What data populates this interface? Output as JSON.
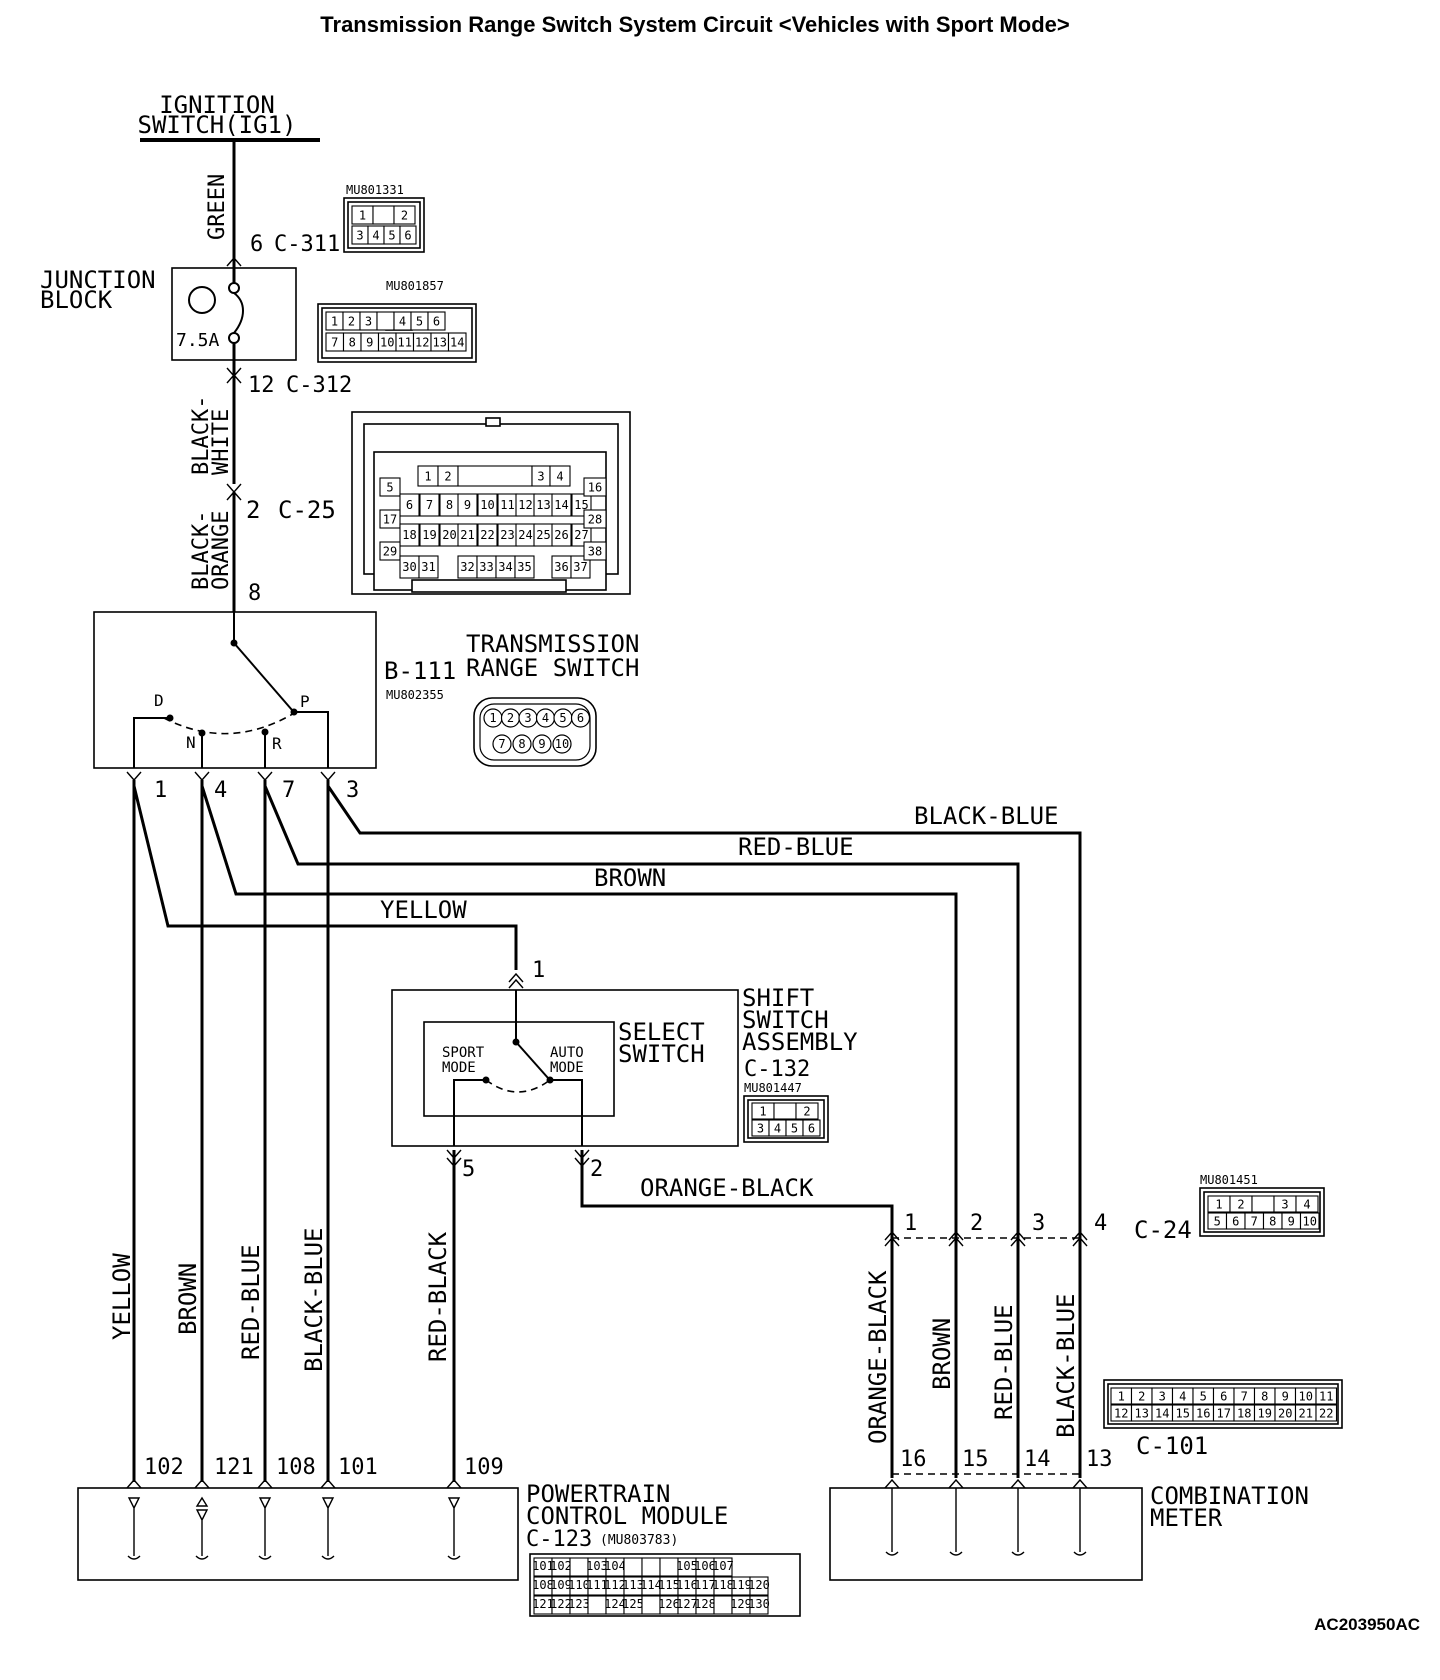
{
  "title": "Transmission Range Switch System Circuit <Vehicles with Sport Mode>",
  "figure_id": "AC203950AC",
  "ignition": {
    "line1": "IGNITION",
    "line2": "SWITCH(IG1)"
  },
  "junction_block": {
    "line1": "JUNCTION",
    "line2": "BLOCK",
    "fuse": "7.5A"
  },
  "trs": {
    "line1": "TRANSMISSION",
    "line2": "RANGE SWITCH",
    "connector": "B-111",
    "part": "MU802355",
    "positions": {
      "d": "D",
      "n": "N",
      "r": "R",
      "p": "P"
    }
  },
  "select_switch": {
    "line1": "SELECT",
    "line2": "SWITCH",
    "sport1": "SPORT",
    "sport2": "MODE",
    "auto1": "AUTO",
    "auto2": "MODE"
  },
  "shift_assembly": {
    "line1": "SHIFT",
    "line2": "SWITCH",
    "line3": "ASSEMBLY",
    "connector": "C-132",
    "part": "MU801447"
  },
  "pcm": {
    "line1": "POWERTRAIN",
    "line2": "CONTROL MODULE",
    "connector": "C-123",
    "part": "(MU803783)"
  },
  "meter": {
    "line1": "COMBINATION",
    "line2": "METER",
    "connector": "C-101"
  },
  "connectors": {
    "c311": {
      "label": "C-311",
      "pin": "6",
      "part": "MU801331"
    },
    "c312": {
      "label": "C-312",
      "pin": "12",
      "part": "MU801857"
    },
    "c25": {
      "label": "C-25",
      "pin": "2"
    },
    "c24": {
      "label": "C-24",
      "part": "MU801451"
    }
  },
  "wires": {
    "green": "GREEN",
    "bw1": "BLACK-",
    "bw2": "WHITE",
    "bo1": "BLACK-",
    "bo2": "ORANGE",
    "black_blue": "BLACK-BLUE",
    "red_blue": "RED-BLUE",
    "brown": "BROWN",
    "yellow": "YELLOW",
    "orange_black": "ORANGE-BLACK",
    "red_black": "RED-BLACK"
  },
  "pins": {
    "trs_in": "8",
    "trs_1": "1",
    "trs_4": "4",
    "trs_7": "7",
    "trs_3": "3",
    "ss_1": "1",
    "ss_5": "5",
    "ss_2": "2",
    "c24_1": "1",
    "c24_2": "2",
    "c24_3": "3",
    "c24_4": "4",
    "pcm_102": "102",
    "pcm_121": "121",
    "pcm_108": "108",
    "pcm_101": "101",
    "pcm_109": "109",
    "m16": "16",
    "m15": "15",
    "m14": "14",
    "m13": "13"
  },
  "grids": {
    "c311": [
      [
        "1",
        "",
        "2"
      ],
      [
        "3",
        "4",
        "5",
        "6"
      ]
    ],
    "c312": [
      [
        "1",
        "2",
        "3",
        "",
        "4",
        "5",
        "6"
      ],
      [
        "7",
        "8",
        "9",
        "10",
        "11",
        "12",
        "13",
        "14"
      ]
    ],
    "c25": {
      "r1": [
        "1",
        "2",
        "3",
        "4"
      ],
      "r2": [
        "5",
        "6",
        "7",
        "8",
        "9",
        "10",
        "11",
        "12",
        "13",
        "14",
        "15",
        "16"
      ],
      "r3": [
        "17",
        "18",
        "19",
        "20",
        "21",
        "22",
        "23",
        "24",
        "25",
        "26",
        "27",
        "28"
      ],
      "r4": [
        "29",
        "30",
        "31",
        "32",
        "33",
        "34",
        "35",
        "36",
        "37",
        "38"
      ]
    },
    "b111": [
      [
        "1",
        "2",
        "3",
        "4",
        "5",
        "6"
      ],
      [
        "7",
        "8",
        "9",
        "10"
      ]
    ],
    "c132": [
      [
        "1",
        "",
        "2"
      ],
      [
        "3",
        "4",
        "5",
        "6"
      ]
    ],
    "c24": [
      [
        "1",
        "2",
        "",
        "3",
        "4"
      ],
      [
        "5",
        "6",
        "7",
        "8",
        "9",
        "10"
      ]
    ],
    "c101": [
      [
        "1",
        "2",
        "3",
        "4",
        "5",
        "6",
        "7",
        "8",
        "9",
        "10",
        "11"
      ],
      [
        "12",
        "13",
        "14",
        "15",
        "16",
        "17",
        "18",
        "19",
        "20",
        "21",
        "22"
      ]
    ],
    "c123": [
      [
        "101",
        "102",
        "",
        "103",
        "104",
        "",
        "",
        "",
        "105",
        "106",
        "107"
      ],
      [
        "108",
        "109",
        "110",
        "111",
        "112",
        "113",
        "114",
        "115",
        "116",
        "117",
        "118",
        "119",
        "120"
      ],
      [
        "121",
        "122",
        "123",
        "",
        "124",
        "125",
        "",
        "126",
        "127",
        "128",
        "",
        "129",
        "130"
      ]
    ]
  }
}
